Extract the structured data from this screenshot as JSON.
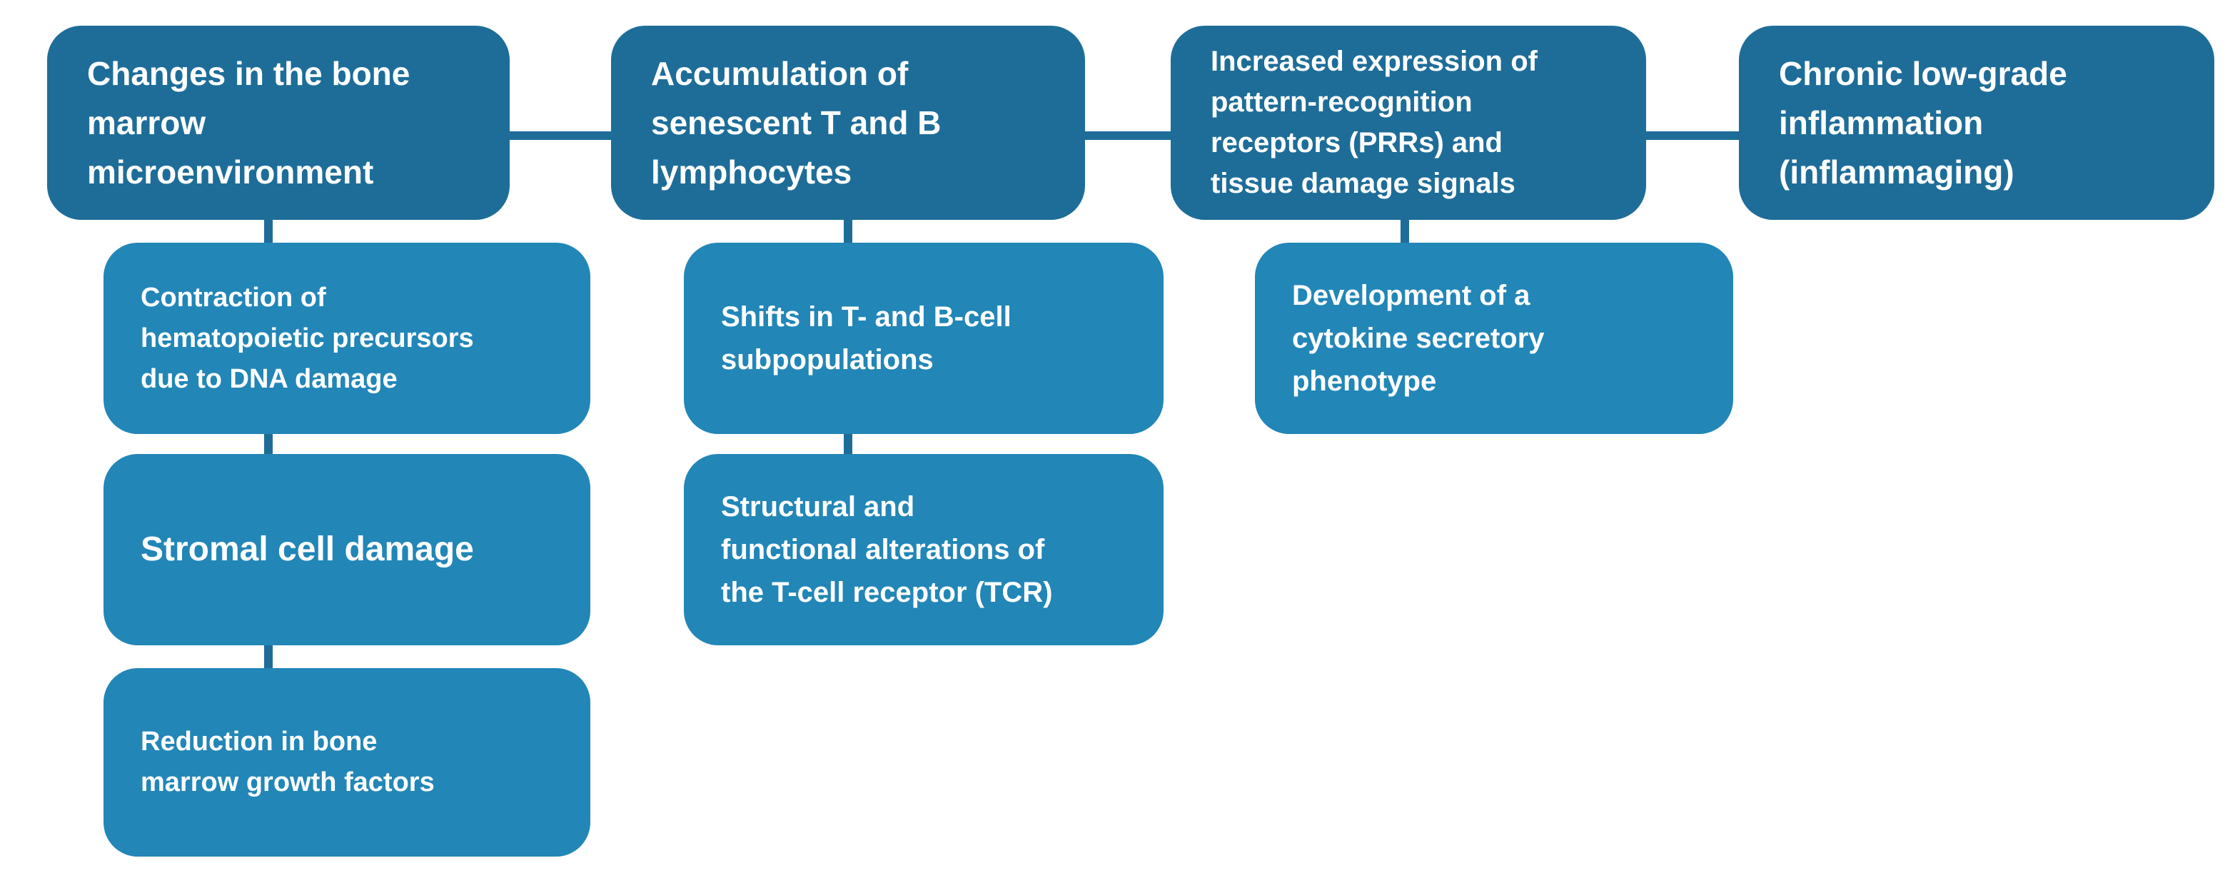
{
  "diagram": {
    "title": "Immunosenescence hierarchy diagram",
    "background_color": "#ffffff",
    "colors": {
      "header_fill": "#1E6D98",
      "child_fill": "#2286B7",
      "connector": "#1E6D98",
      "text": "#ffffff"
    },
    "columns": [
      {
        "header": {
          "label": "Changes in the bone\nmarrow\nmicroenvironment"
        },
        "children": [
          {
            "label": "Contraction of\nhematopoietic precursors\ndue to DNA damage"
          },
          {
            "label": "Stromal cell damage"
          },
          {
            "label": "Reduction in bone\nmarrow growth factors"
          }
        ]
      },
      {
        "header": {
          "label": "Accumulation of\nsenescent T and B\nlymphocytes"
        },
        "children": [
          {
            "label": "Shifts in T- and B-cell\nsubpopulations"
          },
          {
            "label": "Structural and\nfunctional alterations of\nthe T-cell receptor (TCR)"
          }
        ]
      },
      {
        "header": {
          "label": "Increased expression of\npattern-recognition\nreceptors (PRRs) and\ntissue damage signals"
        },
        "children": [
          {
            "label": "Development of a\ncytokine secretory\nphenotype"
          }
        ]
      },
      {
        "header": {
          "label": "Chronic low-grade\ninflammation\n(inflammaging)"
        },
        "children": []
      }
    ]
  }
}
